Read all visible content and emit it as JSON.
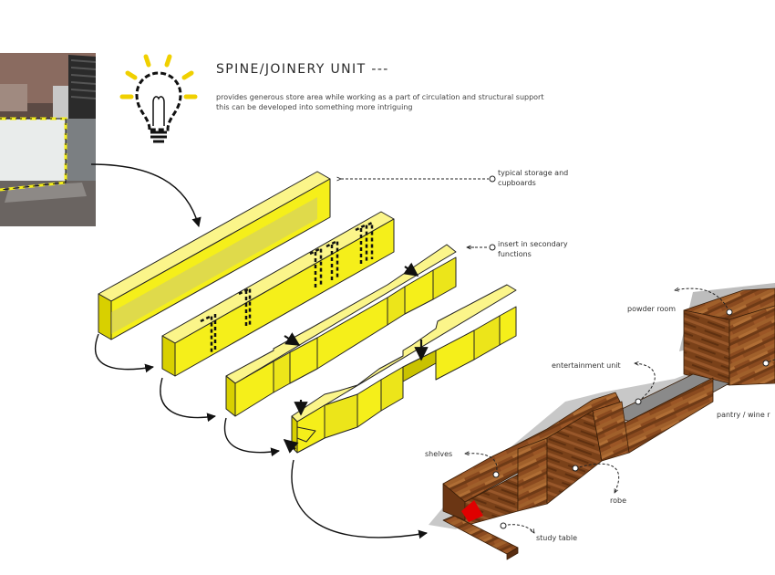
{
  "header": {
    "title": "SPINE/JOINERY UNIT   ---",
    "description_line1": "provides generous store area while working as a part of circulation and structural support",
    "description_line2": "this can be developed into something more intriguing"
  },
  "labels": {
    "storage_line1": "typical storage and",
    "storage_line2": "cupboards",
    "secondary_line1": "insert in secondary",
    "secondary_line2": "functions",
    "powder_room": "powder room",
    "entertainment": "entertainment unit",
    "pantry": "pantry / wine r",
    "shelves": "shelves",
    "robe": "robe",
    "study_table": "study table"
  },
  "colors": {
    "highlight_yellow": "#f5ef1a",
    "timber": "#8a4f22",
    "accent_red": "#e00000",
    "ink": "#222222"
  },
  "icons": [
    "lightbulb-icon"
  ]
}
